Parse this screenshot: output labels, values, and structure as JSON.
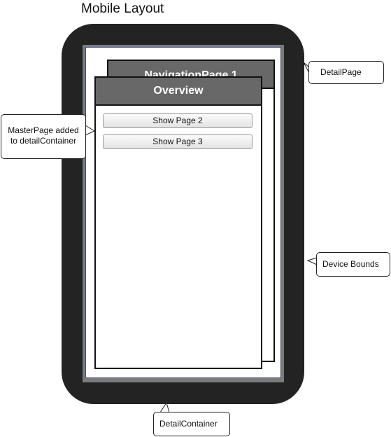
{
  "title": "Mobile Layout",
  "nav_page": {
    "header": "NavigationPage 1"
  },
  "master_page": {
    "header": "Overview",
    "buttons": [
      "Show Page 2",
      "Show Page 3"
    ]
  },
  "callouts": {
    "detail_page": "DetailPage",
    "master_page_line1": "MasterPage added",
    "master_page_line2": "to detailContainer",
    "device_bounds": "Device Bounds",
    "detail_container": "DetailContainer"
  },
  "colors": {
    "device": "#232323",
    "detail_container": "#7b7b7b",
    "header": "#686868",
    "detail_page_border": "#3a4a8a"
  }
}
